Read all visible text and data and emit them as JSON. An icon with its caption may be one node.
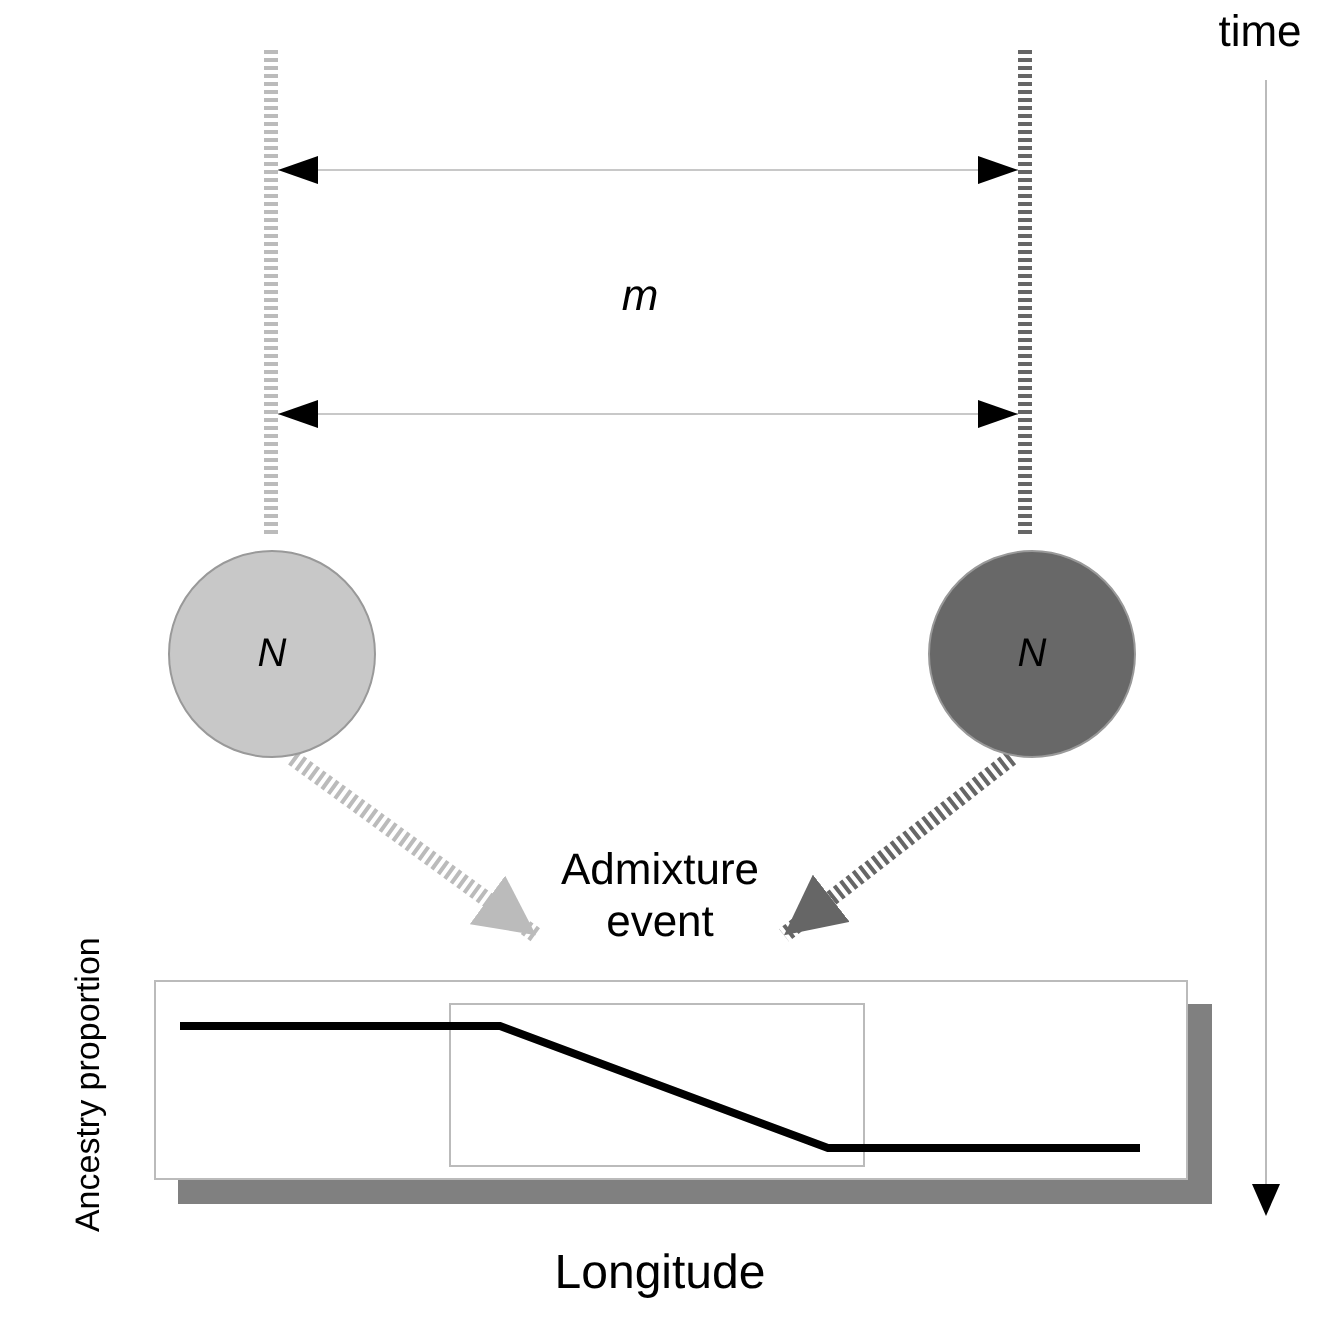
{
  "diagram": {
    "nodes": [
      {
        "text": [],
        "shape": "bar"
      },
      {
        "text": [],
        "shape": "bar"
      },
      {
        "text": [
          "N"
        ]
      },
      {
        "text": [
          "N"
        ]
      },
      {
        "text": [
          "Admixture event"
        ]
      },
      {
        "text": [],
        "shape": "box"
      }
    ],
    "edges": [
      {
        "from": 0,
        "to": 1,
        "arrow": "both"
      },
      {
        "from": 0,
        "to": 1,
        "arrow": "both"
      },
      {
        "from": 2,
        "to": 4,
        "arrow": "to",
        "style": "dashed",
        "color": "#bbbbbb"
      },
      {
        "from": 3,
        "to": 4,
        "arrow": "to",
        "style": "dashed",
        "color": "#666666"
      }
    ],
    "labels": [
      "m",
      "time",
      "Ancestry proportion",
      "Longitude"
    ]
  }
}
